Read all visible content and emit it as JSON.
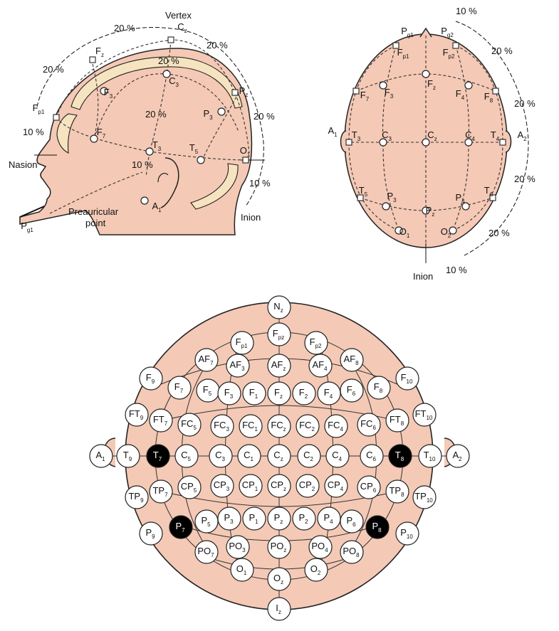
{
  "side_view": {
    "vertex": "Vertex",
    "nasion": "Nasion",
    "inion": "Inion",
    "preauricular": [
      "Preauricular",
      "point"
    ],
    "pct": [
      "20 %",
      "20 %",
      "20 %",
      "20 %",
      "20 %",
      "20 %",
      "10 %",
      "10 %",
      "10 %"
    ],
    "electrodes": [
      {
        "b": "F",
        "s": "z"
      },
      {
        "b": "C",
        "s": "z"
      },
      {
        "b": "P",
        "s": "z"
      },
      {
        "b": "F",
        "s": "p1"
      },
      {
        "b": "F",
        "s": "3"
      },
      {
        "b": "C",
        "s": "3"
      },
      {
        "b": "P",
        "s": "3"
      },
      {
        "b": "F",
        "s": "7"
      },
      {
        "b": "T",
        "s": "3"
      },
      {
        "b": "T",
        "s": "5"
      },
      {
        "b": "O",
        "s": "1"
      },
      {
        "b": "A",
        "s": "1"
      },
      {
        "b": "P",
        "s": "g1"
      }
    ]
  },
  "top_view": {
    "inion": "Inion",
    "pct": [
      "10 %",
      "20 %",
      "20 %",
      "20 %",
      "20 %",
      "10 %"
    ],
    "electrodes": [
      {
        "b": "P",
        "s": "g1"
      },
      {
        "b": "P",
        "s": "g2"
      },
      {
        "b": "F",
        "s": "p1"
      },
      {
        "b": "F",
        "s": "p2"
      },
      {
        "b": "F",
        "s": "7"
      },
      {
        "b": "F",
        "s": "3"
      },
      {
        "b": "F",
        "s": "z"
      },
      {
        "b": "F",
        "s": "4"
      },
      {
        "b": "F",
        "s": "8"
      },
      {
        "b": "A",
        "s": "1"
      },
      {
        "b": "T",
        "s": "3"
      },
      {
        "b": "C",
        "s": "3"
      },
      {
        "b": "C",
        "s": "z"
      },
      {
        "b": "C",
        "s": "4"
      },
      {
        "b": "T",
        "s": "4"
      },
      {
        "b": "A",
        "s": "2"
      },
      {
        "b": "T",
        "s": "5"
      },
      {
        "b": "P",
        "s": "3"
      },
      {
        "b": "P",
        "s": "z"
      },
      {
        "b": "P",
        "s": "4"
      },
      {
        "b": "T",
        "s": "6"
      },
      {
        "b": "O",
        "s": "1"
      },
      {
        "b": "O",
        "s": "2"
      }
    ]
  },
  "extended_map": {
    "electrodes": [
      {
        "b": "N",
        "s": "z"
      },
      {
        "b": "F",
        "s": "p1"
      },
      {
        "b": "F",
        "s": "pz"
      },
      {
        "b": "F",
        "s": "p2"
      },
      {
        "b": "AF",
        "s": "7"
      },
      {
        "b": "AF",
        "s": "3"
      },
      {
        "b": "AF",
        "s": "z"
      },
      {
        "b": "AF",
        "s": "4"
      },
      {
        "b": "AF",
        "s": "8"
      },
      {
        "b": "F",
        "s": "9"
      },
      {
        "b": "F",
        "s": "10"
      },
      {
        "b": "F",
        "s": "7"
      },
      {
        "b": "F",
        "s": "5"
      },
      {
        "b": "F",
        "s": "3"
      },
      {
        "b": "F",
        "s": "1"
      },
      {
        "b": "F",
        "s": "z"
      },
      {
        "b": "F",
        "s": "2"
      },
      {
        "b": "F",
        "s": "4"
      },
      {
        "b": "F",
        "s": "6"
      },
      {
        "b": "F",
        "s": "8"
      },
      {
        "b": "FT",
        "s": "9"
      },
      {
        "b": "FT",
        "s": "7"
      },
      {
        "b": "FC",
        "s": "5"
      },
      {
        "b": "FC",
        "s": "3"
      },
      {
        "b": "FC",
        "s": "1"
      },
      {
        "b": "FC",
        "s": "z"
      },
      {
        "b": "FC",
        "s": "2"
      },
      {
        "b": "FC",
        "s": "4"
      },
      {
        "b": "FC",
        "s": "6"
      },
      {
        "b": "FT",
        "s": "8"
      },
      {
        "b": "FT",
        "s": "10"
      },
      {
        "b": "A",
        "s": "1"
      },
      {
        "b": "T",
        "s": "9"
      },
      {
        "b": "T",
        "s": "7"
      },
      {
        "b": "C",
        "s": "5"
      },
      {
        "b": "C",
        "s": "3"
      },
      {
        "b": "C",
        "s": "1"
      },
      {
        "b": "C",
        "s": "z"
      },
      {
        "b": "C",
        "s": "2"
      },
      {
        "b": "C",
        "s": "4"
      },
      {
        "b": "C",
        "s": "6"
      },
      {
        "b": "T",
        "s": "8"
      },
      {
        "b": "T",
        "s": "10"
      },
      {
        "b": "A",
        "s": "2"
      },
      {
        "b": "TP",
        "s": "9"
      },
      {
        "b": "TP",
        "s": "7"
      },
      {
        "b": "CP",
        "s": "5"
      },
      {
        "b": "CP",
        "s": "3"
      },
      {
        "b": "CP",
        "s": "1"
      },
      {
        "b": "CP",
        "s": "z"
      },
      {
        "b": "CP",
        "s": "2"
      },
      {
        "b": "CP",
        "s": "4"
      },
      {
        "b": "CP",
        "s": "6"
      },
      {
        "b": "TP",
        "s": "8"
      },
      {
        "b": "TP",
        "s": "10"
      },
      {
        "b": "P",
        "s": "9"
      },
      {
        "b": "P",
        "s": "7"
      },
      {
        "b": "P",
        "s": "5"
      },
      {
        "b": "P",
        "s": "3"
      },
      {
        "b": "P",
        "s": "1"
      },
      {
        "b": "P",
        "s": "z"
      },
      {
        "b": "P",
        "s": "2"
      },
      {
        "b": "P",
        "s": "4"
      },
      {
        "b": "P",
        "s": "6"
      },
      {
        "b": "P",
        "s": "8"
      },
      {
        "b": "P",
        "s": "10"
      },
      {
        "b": "PO",
        "s": "7"
      },
      {
        "b": "PO",
        "s": "3"
      },
      {
        "b": "PO",
        "s": "z"
      },
      {
        "b": "PO",
        "s": "4"
      },
      {
        "b": "PO",
        "s": "8"
      },
      {
        "b": "O",
        "s": "1"
      },
      {
        "b": "O",
        "s": "z"
      },
      {
        "b": "O",
        "s": "2"
      },
      {
        "b": "I",
        "s": "z"
      }
    ],
    "highlighted": [
      "T7",
      "T8",
      "P7",
      "P8"
    ]
  },
  "colors": {
    "skin": "#f4c9b5",
    "bone": "#f6e3c0",
    "line": "#222222",
    "highlight": "#000000"
  }
}
